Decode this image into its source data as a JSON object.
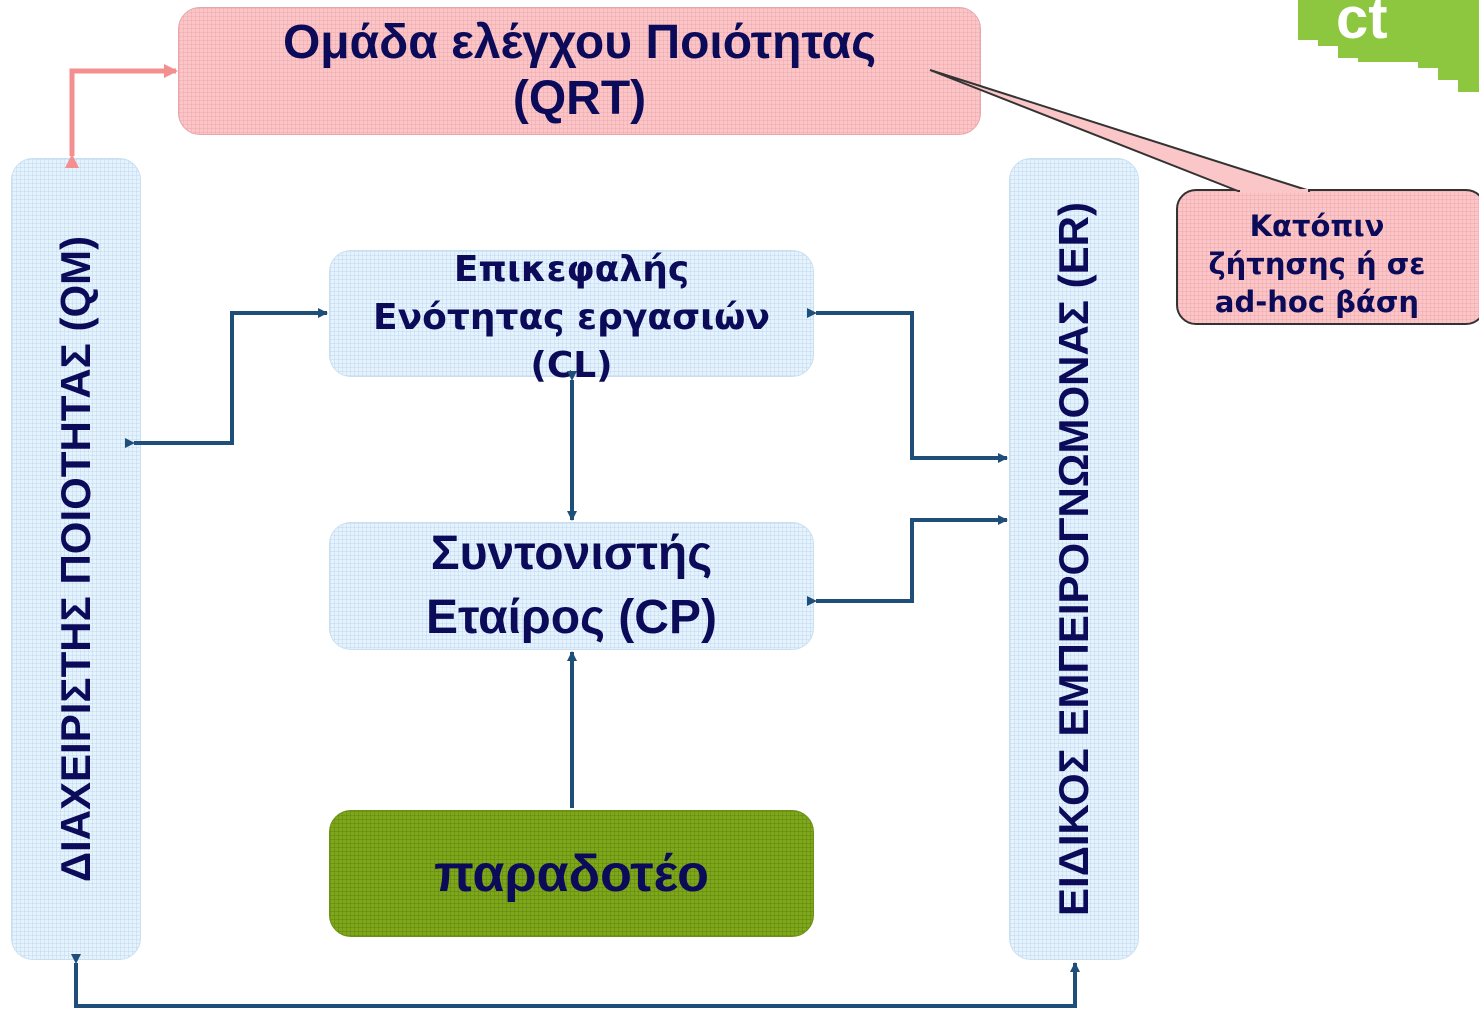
{
  "qrt": {
    "line1": "Ομάδα ελέγχου Ποιότητας",
    "line2": "(QRT)"
  },
  "cl": {
    "line1": "Επικεφαλής",
    "line2": "Ενότητας εργασιών",
    "line3": "(CL)"
  },
  "cp": {
    "line1": "Συντονιστής",
    "line2": "Εταίρος (CP)"
  },
  "deliverable": {
    "label": "παραδοτέο"
  },
  "qm": {
    "label": "ΔΙΑΧΕΙΡΙΣΤΗΣ ΠΟΙΟΤΗΤΑΣ (QM)"
  },
  "er": {
    "label": "ΕΙΔΙΚΟΣ ΕΜΠΕΙΡΟΓΝΩΜΟΝΑΣ (ER)"
  },
  "callout": {
    "line1": "Κατόπιν",
    "line2": "ζήτησης ή σε",
    "line3": "ad-hoc βάση"
  },
  "logo": {
    "text": "ct",
    "color": "#8dc63f"
  },
  "colors": {
    "arrow_dark": "#1f4e79",
    "arrow_pink": "#f58f8f",
    "text": "#0b0b5a"
  }
}
